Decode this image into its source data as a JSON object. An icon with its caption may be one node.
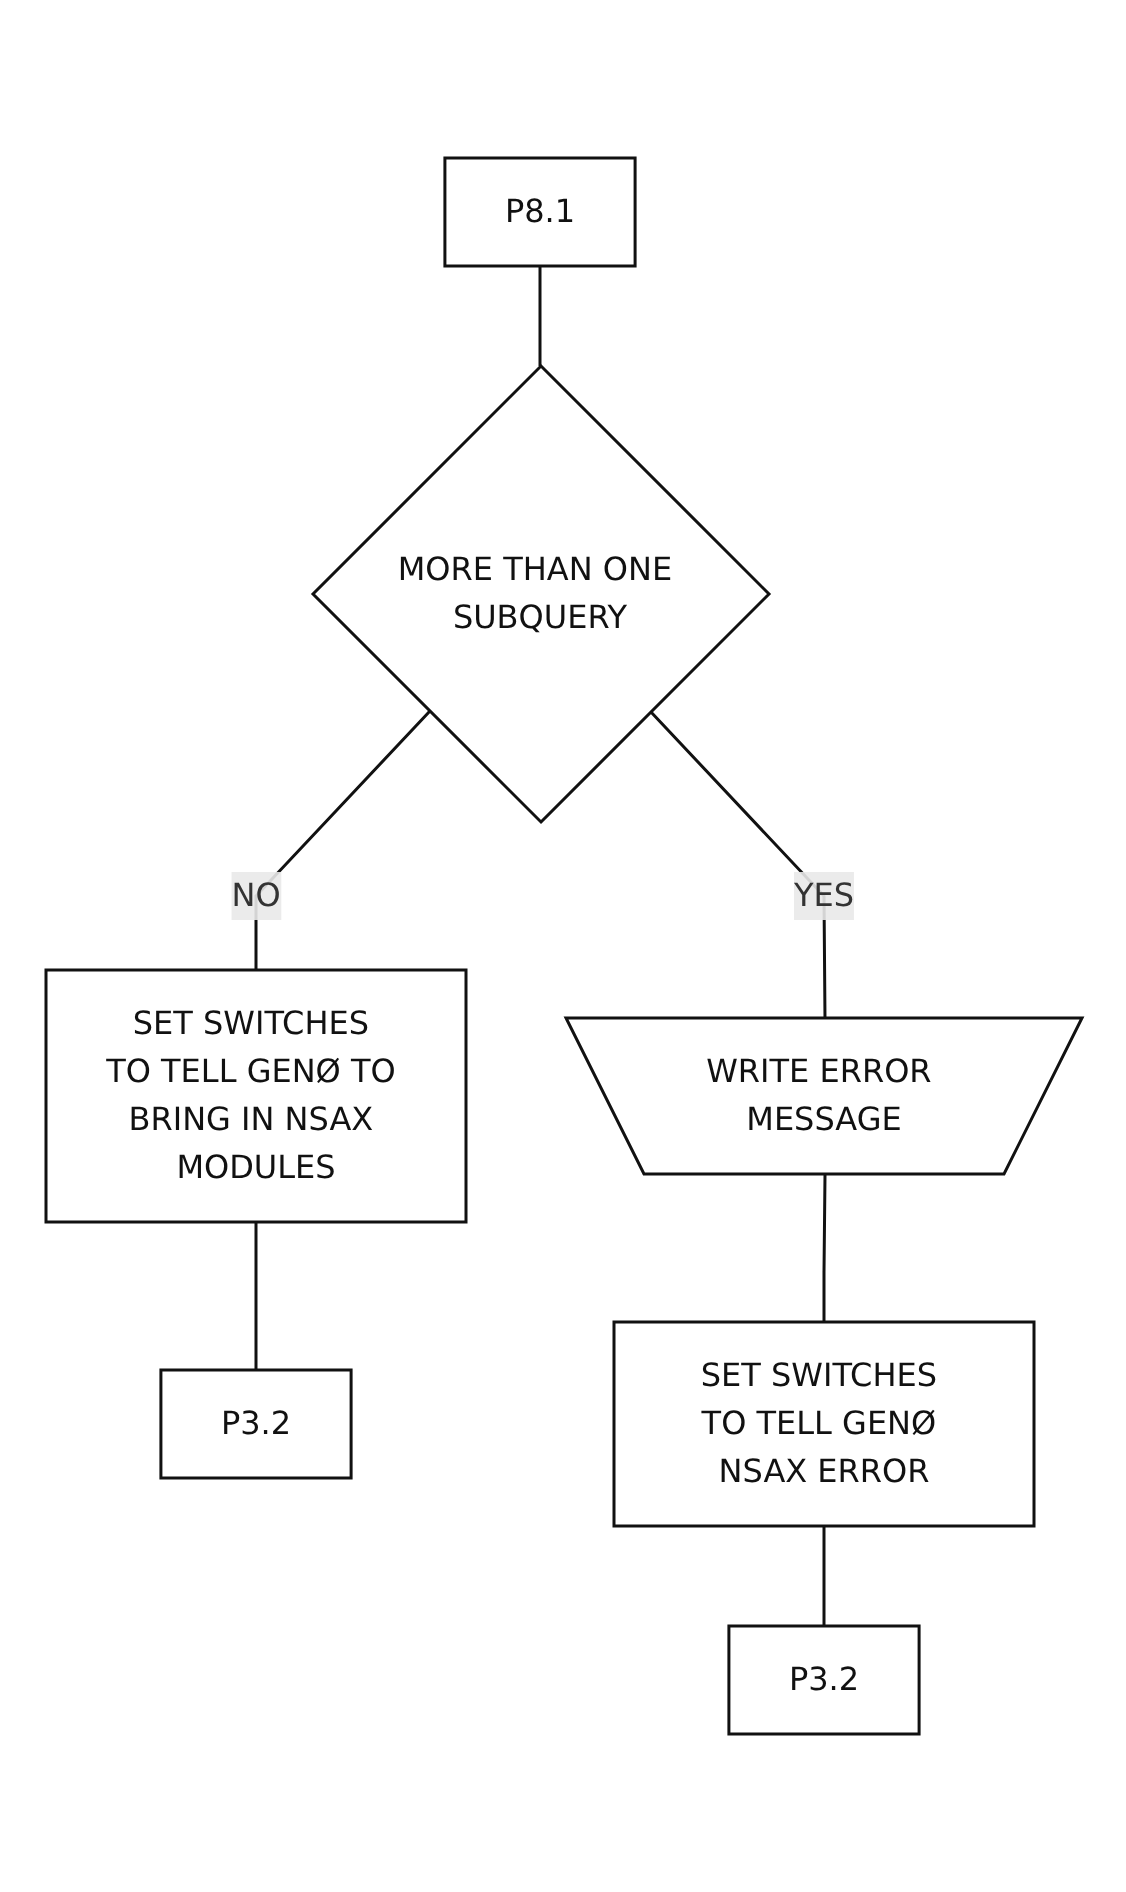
{
  "diagram": {
    "nodes": [
      {
        "text": [
          "P8.1"
        ]
      },
      {
        "text": [
          "MORE THAN ONE SUBQUERY"
        ]
      },
      {
        "text": [
          "SET SWITCHES TO TELL GENØ TO BRING IN NSAX MODULES"
        ]
      },
      {
        "text": [
          "P3.2"
        ]
      },
      {
        "text": [
          "WRITE ERROR MESSAGE"
        ]
      },
      {
        "text": [
          "SET SWITCHES TO TELL GENØ NSAX ERROR"
        ]
      },
      {
        "text": [
          "P3.2"
        ]
      }
    ],
    "edges": [
      {
        "from": 0,
        "to": 1,
        "arrow": "none"
      },
      {
        "from": 1,
        "to": 2,
        "arrow": "none",
        "label": "NO"
      },
      {
        "from": 2,
        "to": 3,
        "arrow": "none"
      },
      {
        "from": 1,
        "to": 4,
        "arrow": "none",
        "label": "YES"
      },
      {
        "from": 4,
        "to": 5,
        "arrow": "none"
      },
      {
        "from": 5,
        "to": 6,
        "arrow": "none"
      }
    ]
  }
}
